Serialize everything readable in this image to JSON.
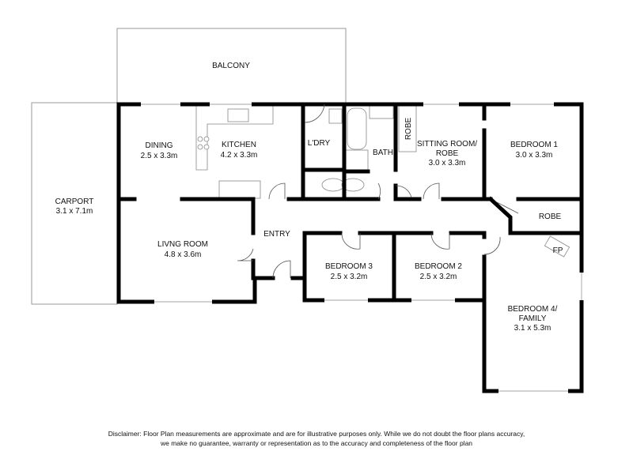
{
  "rooms": {
    "balcony": {
      "name": "BALCONY"
    },
    "carport": {
      "name": "CARPORT",
      "size": "3.1 x 7.1m"
    },
    "dining": {
      "name": "DINING",
      "size": "2.5 x 3.3m"
    },
    "kitchen": {
      "name": "KITCHEN",
      "size": "4.2 x 3.3m"
    },
    "laundry": {
      "name": "L'DRY"
    },
    "bath": {
      "name": "BATH"
    },
    "robe_small": {
      "name": "ROBE"
    },
    "sitting": {
      "name": "SITTING ROOM/",
      "name2": "ROBE",
      "size": "3.0 x 3.3m"
    },
    "bedroom1": {
      "name": "BEDROOM 1",
      "size": "3.0 x 3.3m"
    },
    "robe": {
      "name": "ROBE"
    },
    "living": {
      "name": "LIVNG ROOM",
      "size": "4.8 x 3.6m"
    },
    "entry": {
      "name": "ENTRY"
    },
    "bedroom3": {
      "name": "BEDROOM 3",
      "size": "2.5 x 3.2m"
    },
    "bedroom2": {
      "name": "BEDROOM 2",
      "size": "2.5 x 3.2m"
    },
    "bedroom4": {
      "name": "BEDROOM 4/",
      "name2": "FAMILY",
      "size": "3.1 x 5.3m"
    },
    "fireplace": {
      "name": "FP"
    }
  },
  "disclaimer": {
    "line1": "Disclaimer: Floor Plan measurements are approximate and are for illustrative purposes only. While we do not doubt the floor plans accuracy,",
    "line2": "we make no guarantee, warranty or representation as to the accuracy and completeness of the floor plan"
  }
}
